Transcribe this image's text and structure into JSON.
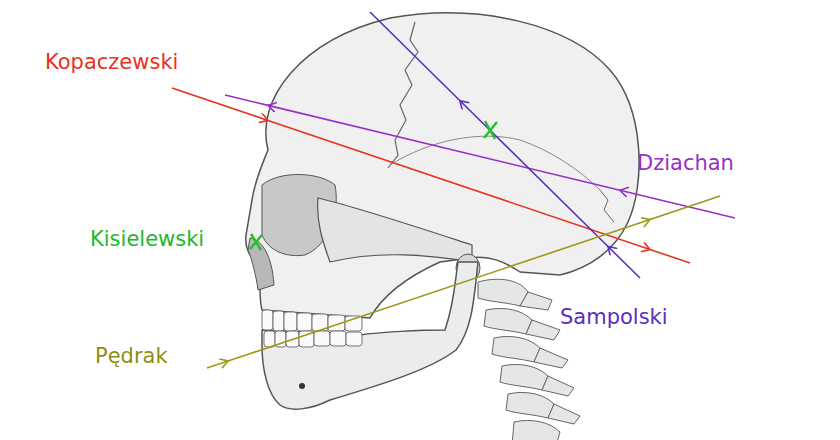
{
  "diagram": {
    "labels": [
      "Kopaczewski",
      "Dziachan",
      "Kisielewski",
      "Sampolski",
      "Pędrak"
    ]
  }
}
